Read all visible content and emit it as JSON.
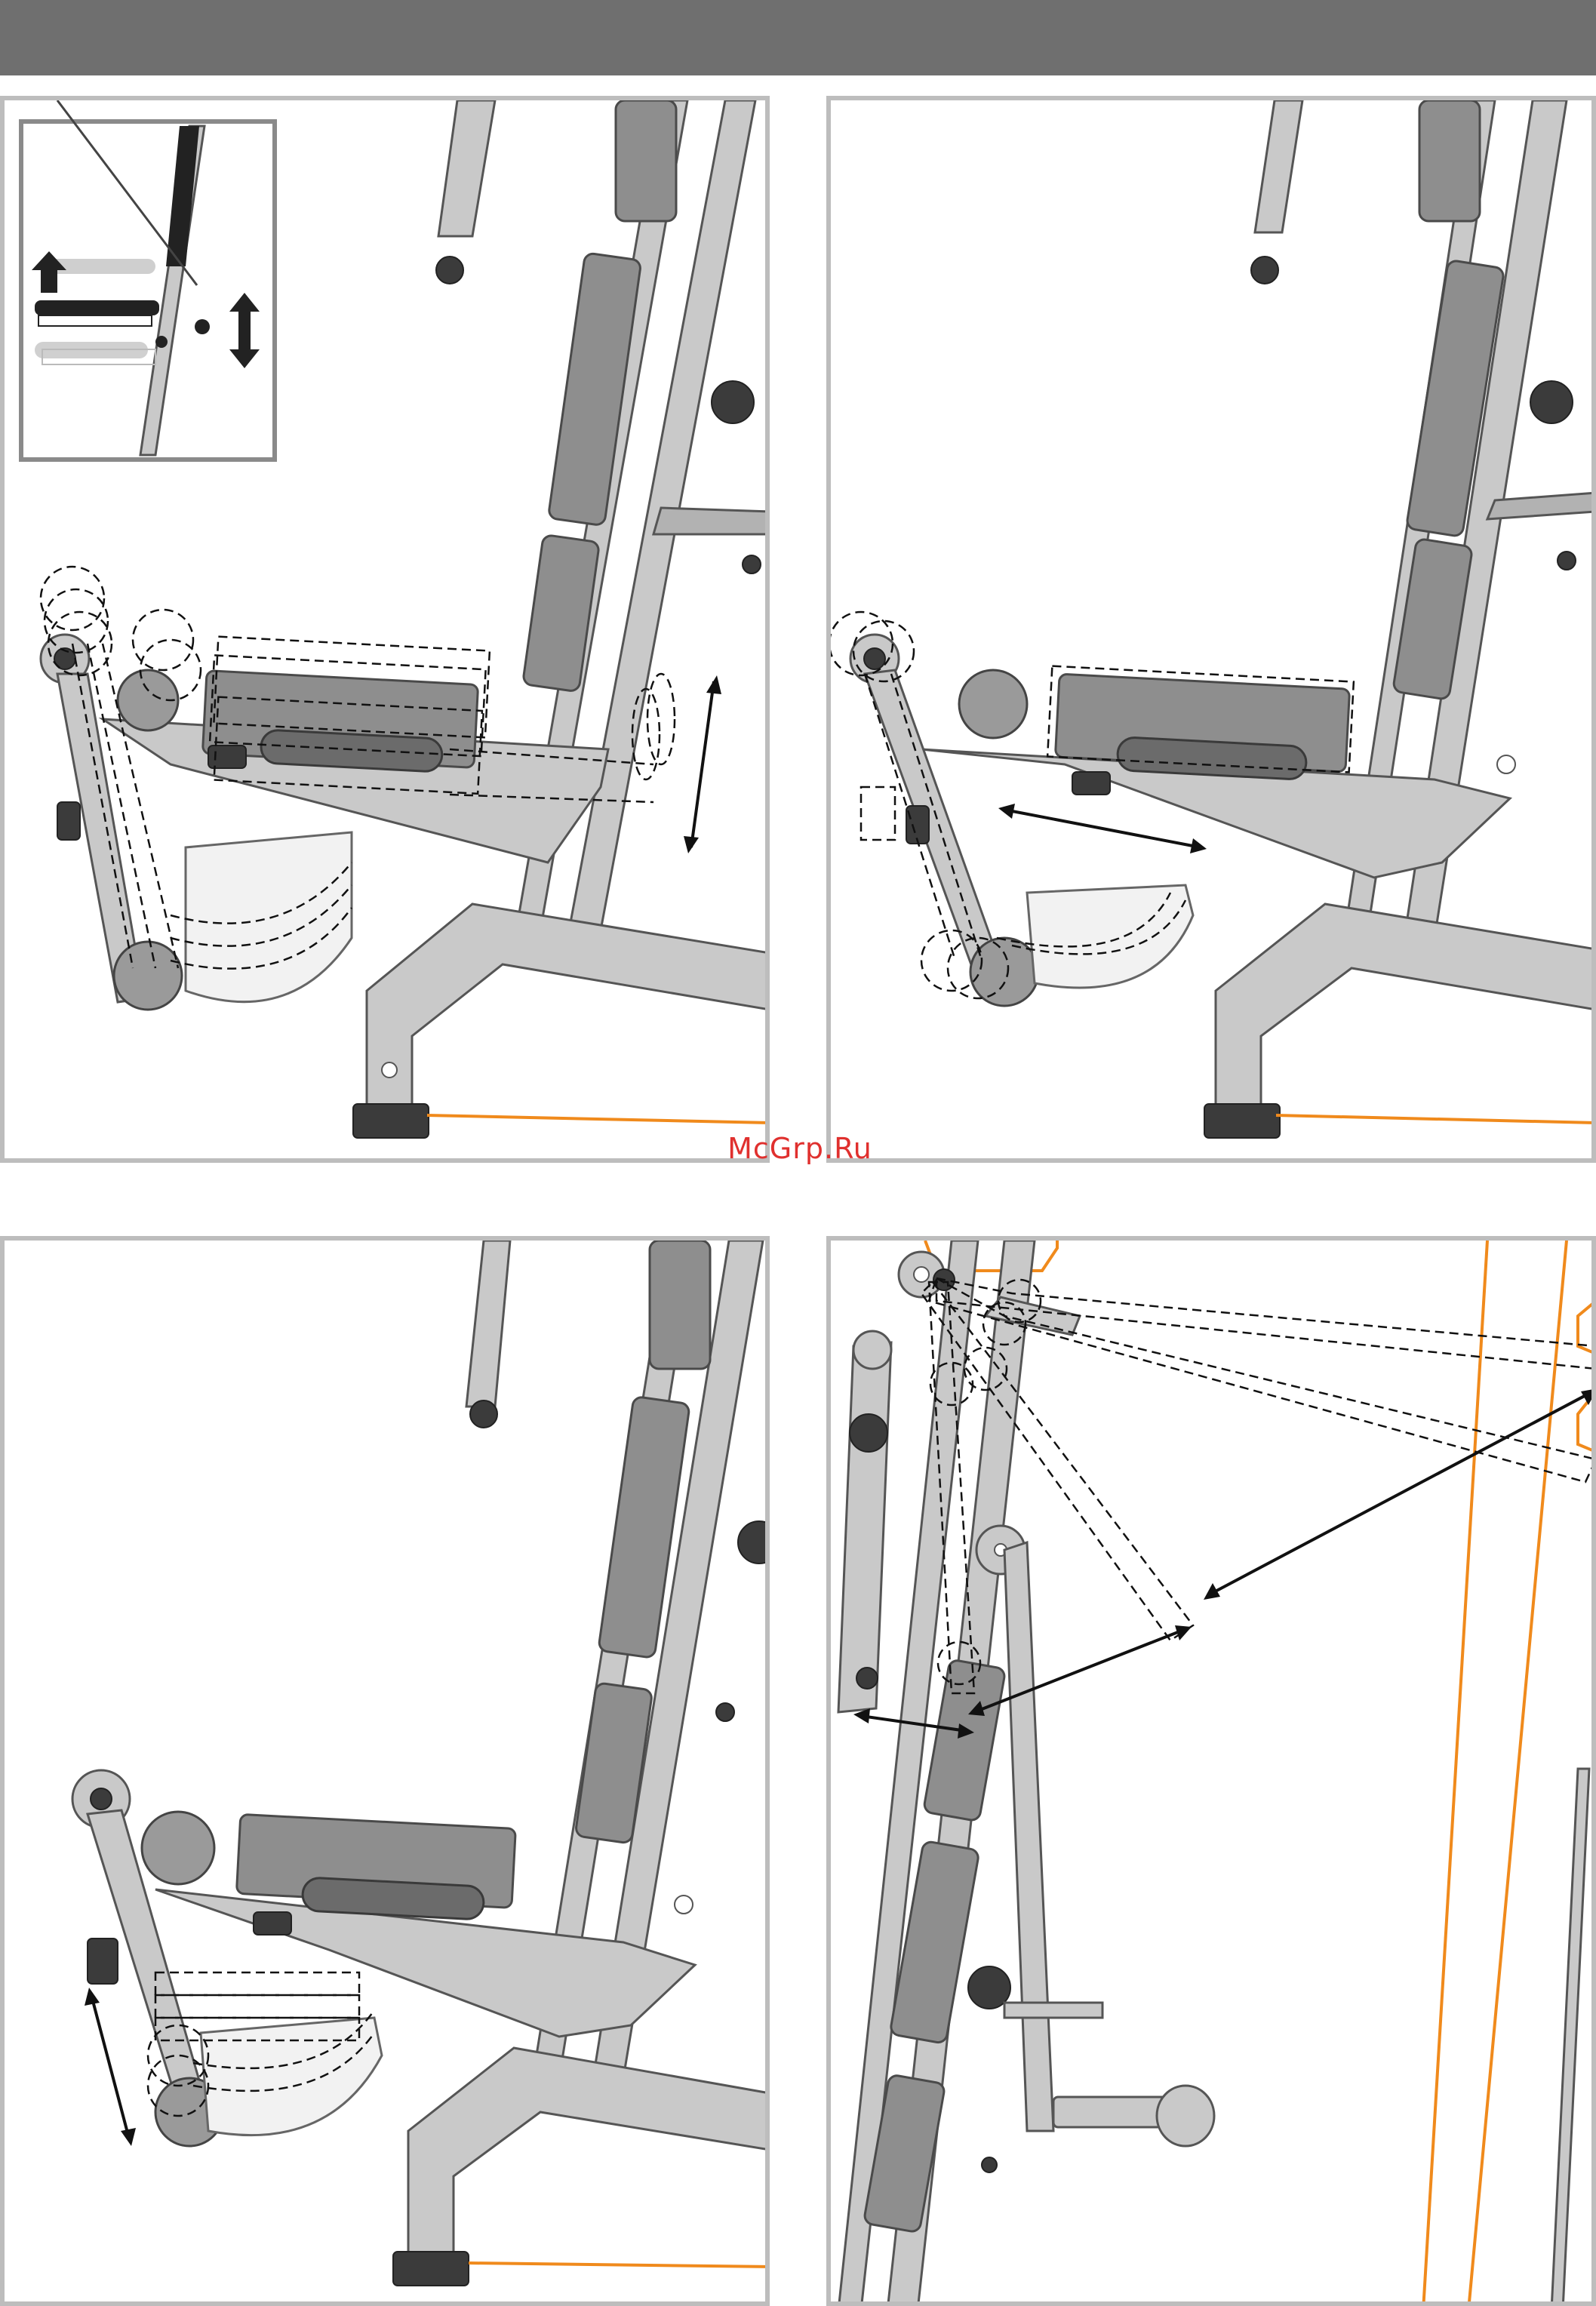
{
  "header": {
    "color": "#6f6f6f"
  },
  "watermark": {
    "text": "McGrp.Ru",
    "color": "#e0302e"
  },
  "colors": {
    "panel_border": "#bdbdbd",
    "frame": "#c9c9c9",
    "pad": "#8e8e8e",
    "accent": "#f08a1c"
  },
  "panels": [
    {
      "id": "top-left",
      "content": "leg-developer-adjustment-with-inset"
    },
    {
      "id": "top-right",
      "content": "leg-extension-length-adjustment"
    },
    {
      "id": "bottom-left",
      "content": "lower-roller-arm-adjustment"
    },
    {
      "id": "bottom-right",
      "content": "arm-lever-positions"
    }
  ]
}
